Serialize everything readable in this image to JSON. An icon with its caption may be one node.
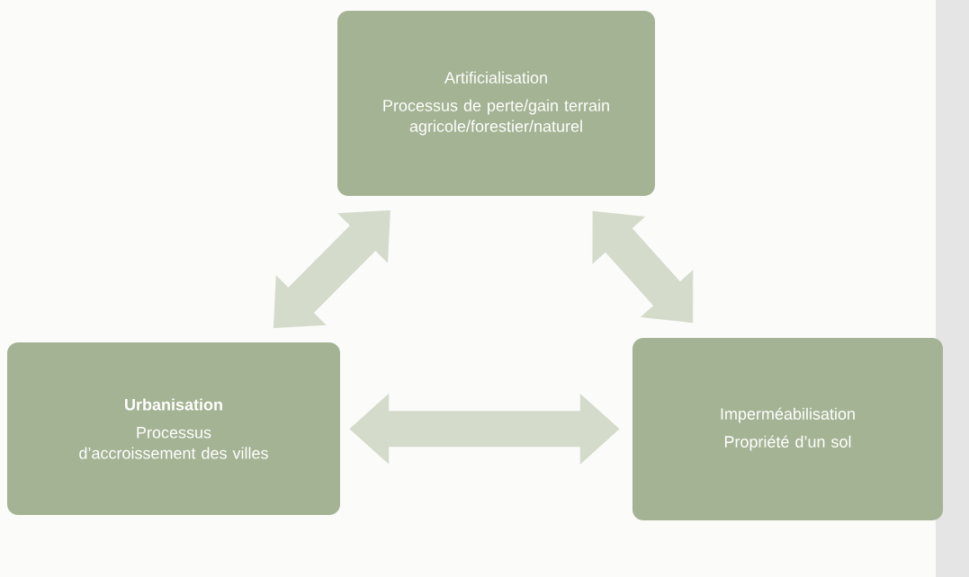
{
  "diagram": {
    "nodes": [
      {
        "text": [
          "Artificialisation",
          "Processus de perte/gain terrain agricole/forestier/naturel"
        ]
      },
      {
        "text": [
          "Urbanisation",
          "Processus d’accroissement des villes"
        ]
      },
      {
        "text": [
          "Imperméabilisation",
          "Propriété d’un sol"
        ]
      }
    ],
    "edges": [
      {
        "from": 0,
        "to": 1,
        "arrow": "both"
      },
      {
        "from": 0,
        "to": 2,
        "arrow": "both"
      },
      {
        "from": 1,
        "to": 2,
        "arrow": "both"
      }
    ]
  }
}
